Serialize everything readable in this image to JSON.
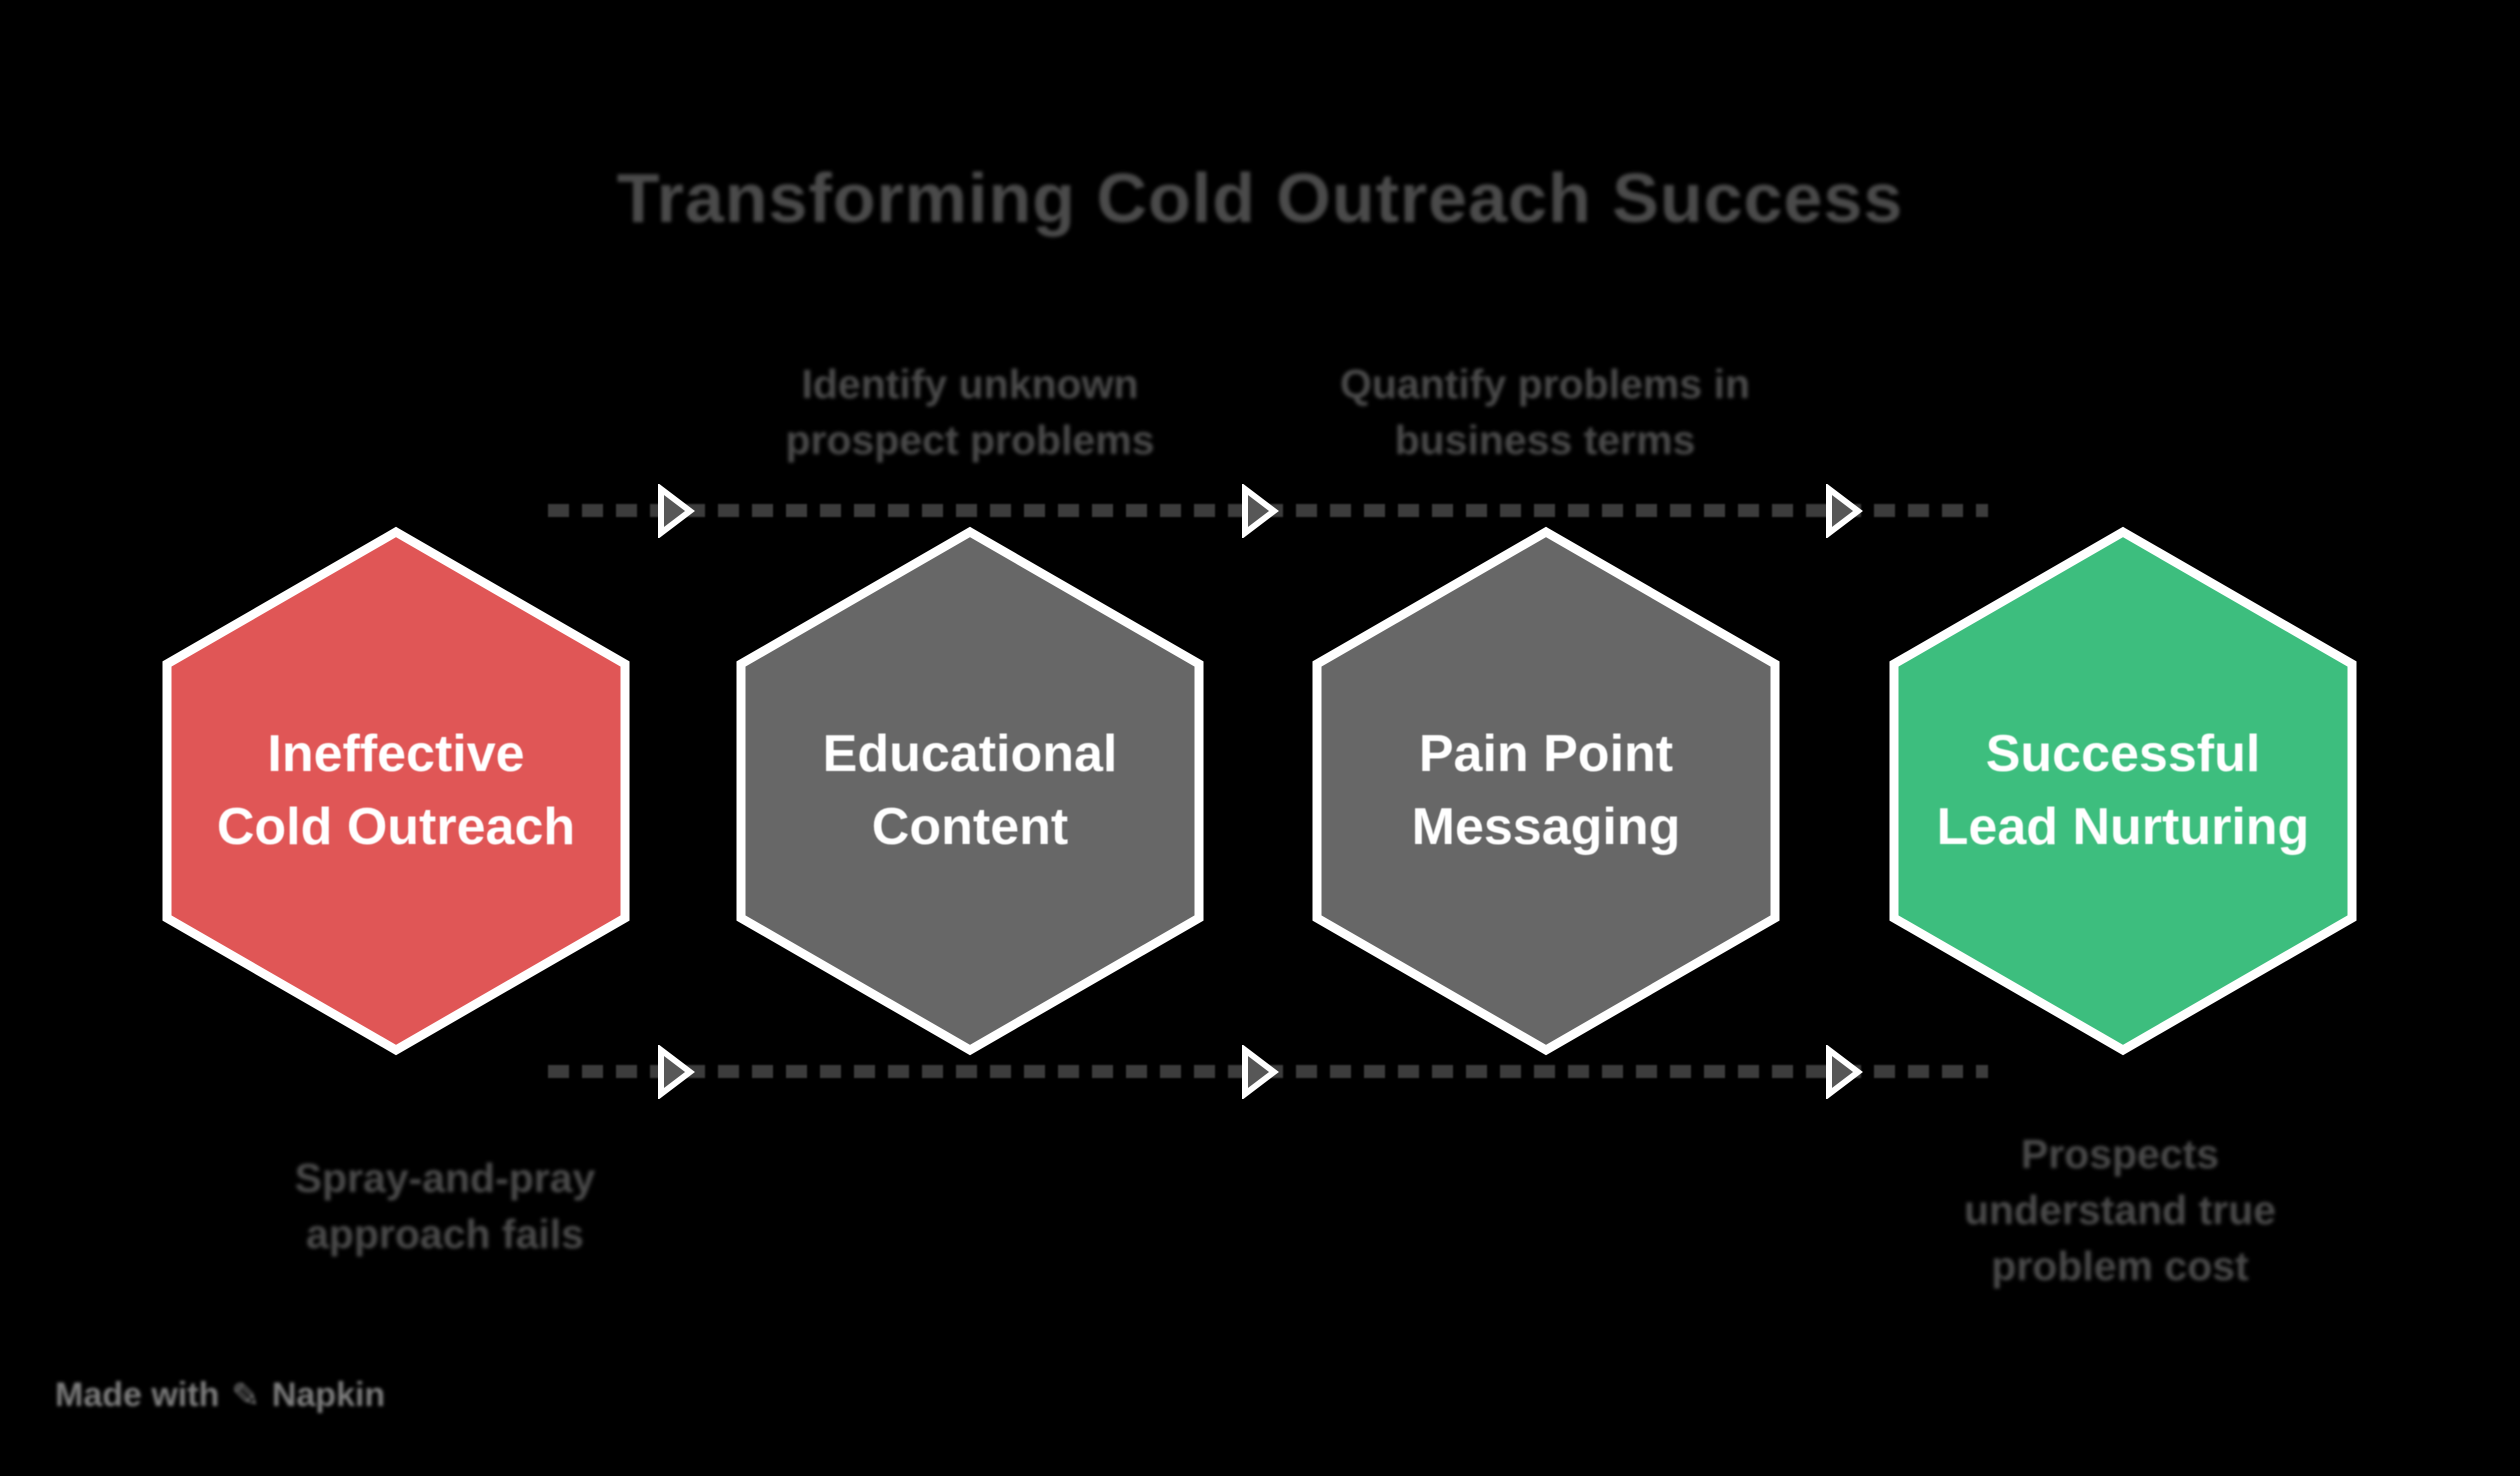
{
  "title": "Transforming Cold Outreach Success",
  "colors": {
    "background": "#000000",
    "hexagon_red": "#E05656",
    "hexagon_gray": "#676767",
    "hexagon_green": "#3DBE7E",
    "hexagon_border": "#FFFFFF",
    "muted_text": "#4A4A4A",
    "dash": "#3C3C3C",
    "arrow_fill": "#575757",
    "watermark_text": "#7D7D7D"
  },
  "hexagons": [
    {
      "label": "Ineffective\nCold Outreach",
      "color": "#E05656"
    },
    {
      "label": "Educational\nContent",
      "color": "#676767"
    },
    {
      "label": "Pain Point\nMessaging",
      "color": "#676767"
    },
    {
      "label": "Successful\nLead Nurturing",
      "color": "#3DBE7E"
    }
  ],
  "annotations": {
    "top_left": "Identify unknown\nprospect problems",
    "top_right": "Quantify problems in\nbusiness terms",
    "bottom_left": "Spray-and-pray\napproach fails",
    "bottom_right": "Prospects\nunderstand true\nproblem cost"
  },
  "watermark": {
    "prefix": "Made with",
    "icon_glyph": "✎",
    "suffix": "Napkin"
  }
}
